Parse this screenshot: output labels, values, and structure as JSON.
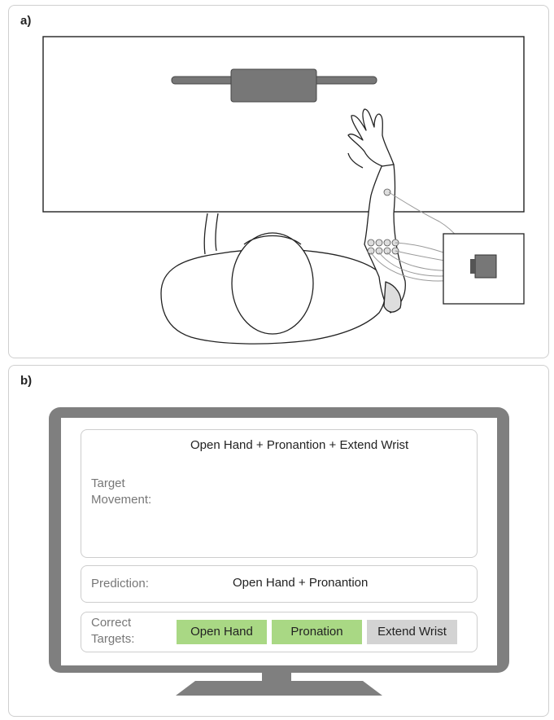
{
  "panel_a": {
    "letter": "a)"
  },
  "panel_b": {
    "letter": "b)",
    "target": {
      "label_line1": "Target",
      "label_line2": "Movement:",
      "heading": "Open Hand + Pronantion + Extend Wrist"
    },
    "prediction": {
      "label": "Prediction:",
      "value": "Open Hand + Pronantion"
    },
    "correct": {
      "label_line1": "Correct",
      "label_line2": "Targets:",
      "targets": [
        {
          "label": "Open Hand",
          "status": "correct",
          "color": "#a9d884"
        },
        {
          "label": "Pronation",
          "status": "correct",
          "color": "#a9d884"
        },
        {
          "label": "Extend Wrist",
          "status": "missed",
          "color": "#d3d3d3"
        }
      ]
    },
    "monitor_color": "#7f7f7f"
  }
}
